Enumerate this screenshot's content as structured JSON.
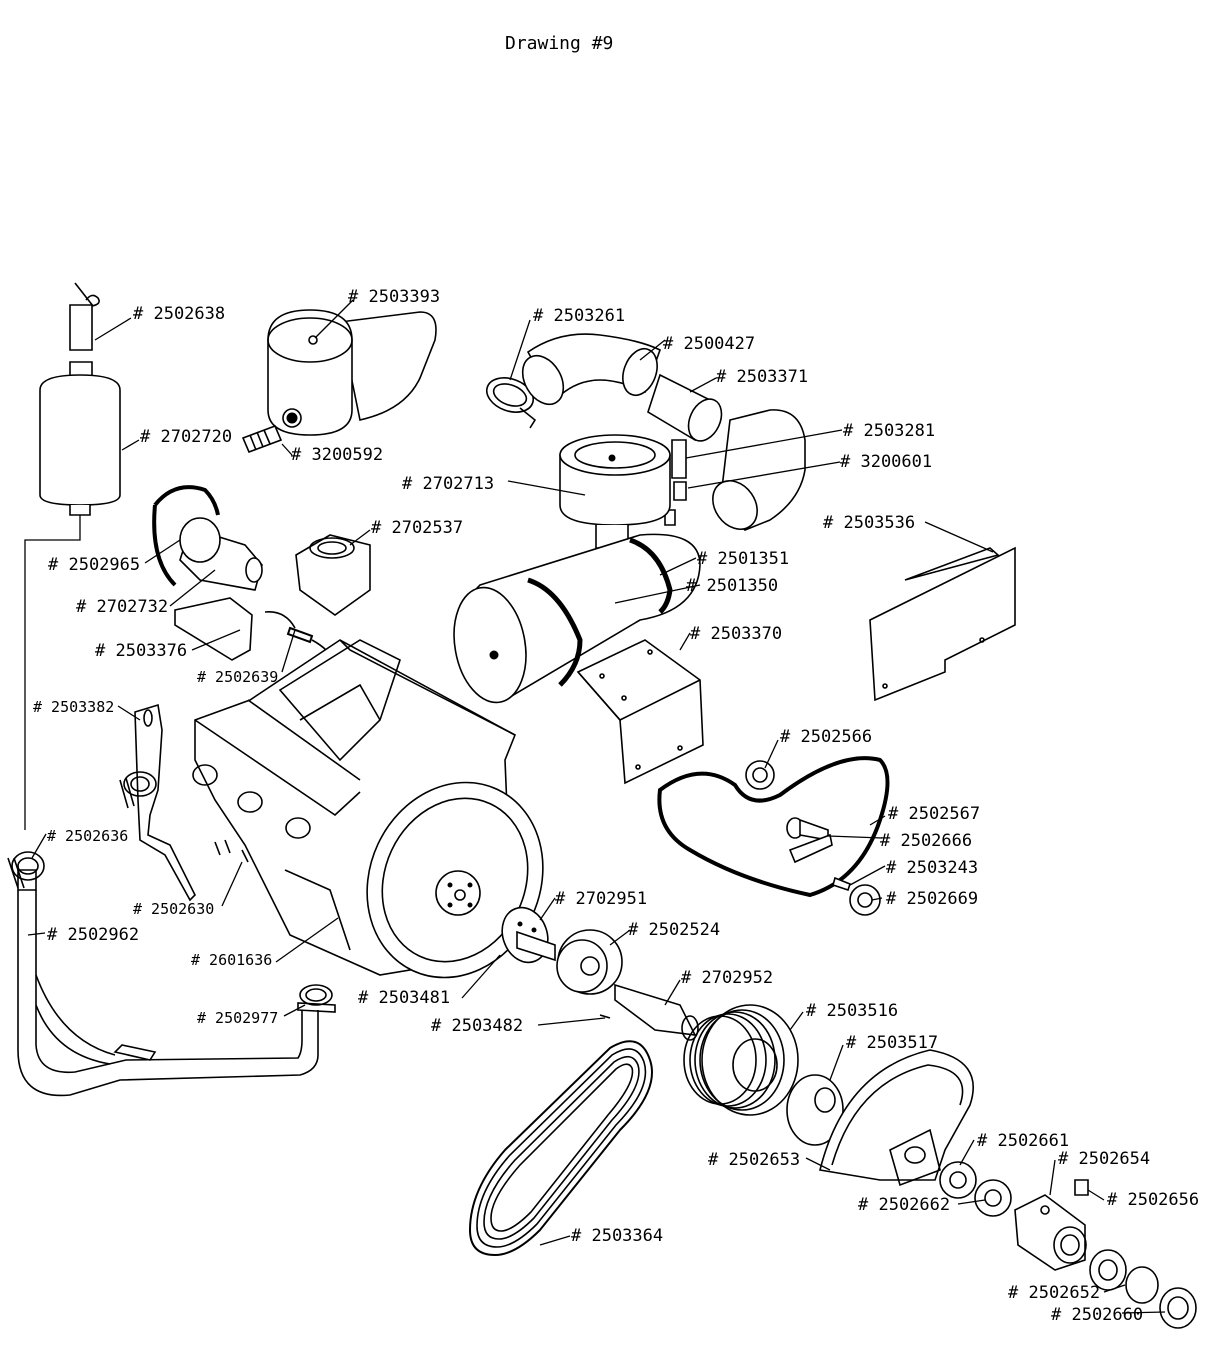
{
  "title": "Drawing  #9",
  "labels": {
    "p2502638": "#  2502638",
    "p2503393": "#  2503393",
    "p2503261": "#  2503261",
    "p2500427": "#  2500427",
    "p2503371": "#  2503371",
    "p2702720": "#  2702720",
    "p3200592": "#  3200592",
    "p2503281": "#  2503281",
    "p3200601": "#  3200601",
    "p2702713": "#  2702713",
    "p2503536": "#  2503536",
    "p2702537": "#  2702537",
    "p2502965": "#  2502965",
    "p2501351": "#  2501351",
    "p2501350": "#  2501350",
    "p2702732": "#  2702732",
    "p2503370": "#  2503370",
    "p2503376": "#  2503376",
    "p2502639": "#  2502639",
    "p2503382": "#  2503382",
    "p2502566": "#  2502566",
    "p2502567": "#  2502567",
    "p2502636": "#  2502636",
    "p2502666": "#  2502666",
    "p2503243": "#  2503243",
    "p2502669": "#  2502669",
    "p2702951": "#  2702951",
    "p2502630": "#  2502630",
    "p2502962": "#  2502962",
    "p2502524": "#  2502524",
    "p2601636": "#  2601636",
    "p2702952": "#  2702952",
    "p2503481": "#  2503481",
    "p2502977": "#  2502977",
    "p2503516": "#  2503516",
    "p2503482": "#  2503482",
    "p2503517": "#  2503517",
    "p2502661": "#  2502661",
    "p2502653": "#  2502653",
    "p2502654": "#  2502654",
    "p2502662": "#  2502662",
    "p2502656": "#  2502656",
    "p2503364": "#  2503364",
    "p2502652": "#  2502652",
    "p2502660": "#  2502660"
  }
}
